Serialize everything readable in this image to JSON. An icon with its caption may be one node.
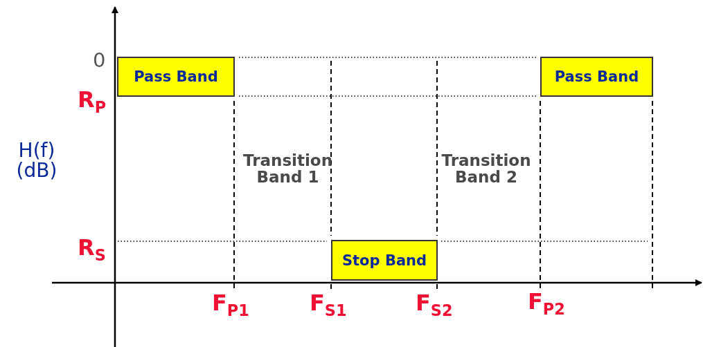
{
  "diagram": {
    "nodes": [
      {
        "text": [
          "Pass Band"
        ]
      },
      {
        "text": [
          "Pass Band"
        ]
      },
      {
        "text": [
          "Stop Band"
        ]
      }
    ],
    "labels": [
      "0",
      "R$_{P}$",
      "H(f) (dB)",
      "Transition Band 1",
      "Transition Band 2",
      "R$_{S}$",
      "F$_{P1}$",
      "F$_{S1}$",
      "F$_{S2}$",
      "F$_{P2}$"
    ]
  }
}
